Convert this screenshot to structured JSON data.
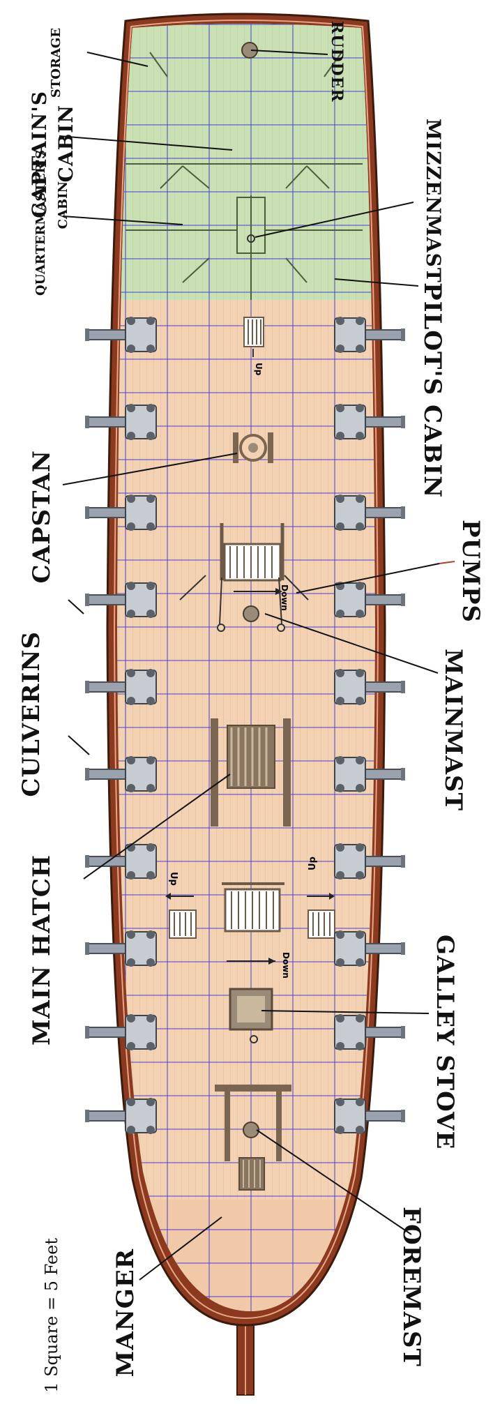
{
  "labels": {
    "storage": "STORAGE",
    "captains_cabin_1": "CAPTAIN'S",
    "captains_cabin_2": "CABIN",
    "quartermasters_1": "QUARTERMASTER'S",
    "quartermasters_2": "CABIN",
    "rudder": "RUDDER",
    "mizzenmast": "MIZZENMAST",
    "pilots_cabin": "PILOT'S CABIN",
    "capstan": "CAPSTAN",
    "pumps": "PUMPS",
    "mainmast": "MAINMAST",
    "culverins": "CULVERINS",
    "main_hatch": "MAIN HATCH",
    "galley_stove": "GALLEY STOVE",
    "foremast": "FOREMAST",
    "manger": "MANGER",
    "scale": "1 Square = 5 Feet"
  },
  "deck_marks": {
    "up": "Up",
    "down": "Down"
  },
  "colors": {
    "hull": "#8b3a1f",
    "deck": "#f3d2b3",
    "aft_cabins": "#c9dfb4",
    "grid": "#2a2ad6",
    "fixtures": "#7a6650"
  }
}
